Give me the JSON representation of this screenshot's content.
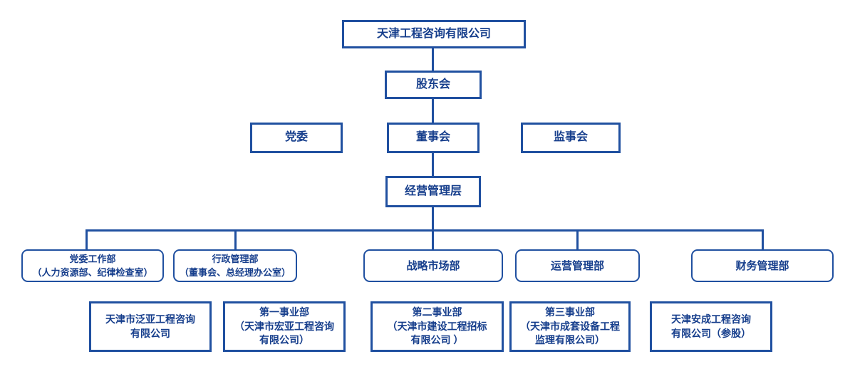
{
  "diagram_type": "org-chart",
  "colors": {
    "navy-line": "#2050a0",
    "navy-text": "#163e8c",
    "bg": "#ffffff"
  },
  "nodes": {
    "root": {
      "label": "天津工程咨询有限公司"
    },
    "shareholders": {
      "label": "股东会"
    },
    "party_committee": {
      "label": "党委"
    },
    "board": {
      "label": "董事会"
    },
    "supervisory_board": {
      "label": "监事会"
    },
    "management": {
      "label": "经营管理层"
    },
    "departments": [
      {
        "id": "party-work",
        "lines": [
          "党委工作部",
          "（人力资源部、纪律检查室）"
        ]
      },
      {
        "id": "admin",
        "lines": [
          "行政管理部",
          "（董事会、总经理办公室）"
        ]
      },
      {
        "id": "strategy-market",
        "lines": [
          "战略市场部"
        ]
      },
      {
        "id": "operations",
        "lines": [
          "运营管理部"
        ]
      },
      {
        "id": "finance",
        "lines": [
          "财务管理部"
        ]
      }
    ],
    "subsidiaries": [
      {
        "id": "fanya",
        "lines": [
          "天津市泛亚工程咨询",
          "有限公司"
        ]
      },
      {
        "id": "first-division",
        "lines": [
          "第一事业部",
          "（天津市宏亚工程咨询",
          "有限公司）"
        ]
      },
      {
        "id": "second-division",
        "lines": [
          "第二事业部",
          "（天津市建设工程招标",
          "有限公司 ）"
        ]
      },
      {
        "id": "third-division",
        "lines": [
          "第三事业部",
          "（天津市成套设备工程",
          "监理有限公司）"
        ]
      },
      {
        "id": "ancheng",
        "lines": [
          "天津安成工程咨询",
          "有限公司（参股）"
        ]
      }
    ],
    "edges": [
      [
        "root",
        "shareholders"
      ],
      [
        "shareholders",
        "board"
      ],
      [
        "board",
        "management"
      ],
      [
        "management",
        "dept-party-work"
      ],
      [
        "management",
        "dept-admin"
      ],
      [
        "management",
        "dept-strategy-market"
      ],
      [
        "management",
        "dept-operations"
      ],
      [
        "management",
        "dept-finance"
      ]
    ]
  }
}
